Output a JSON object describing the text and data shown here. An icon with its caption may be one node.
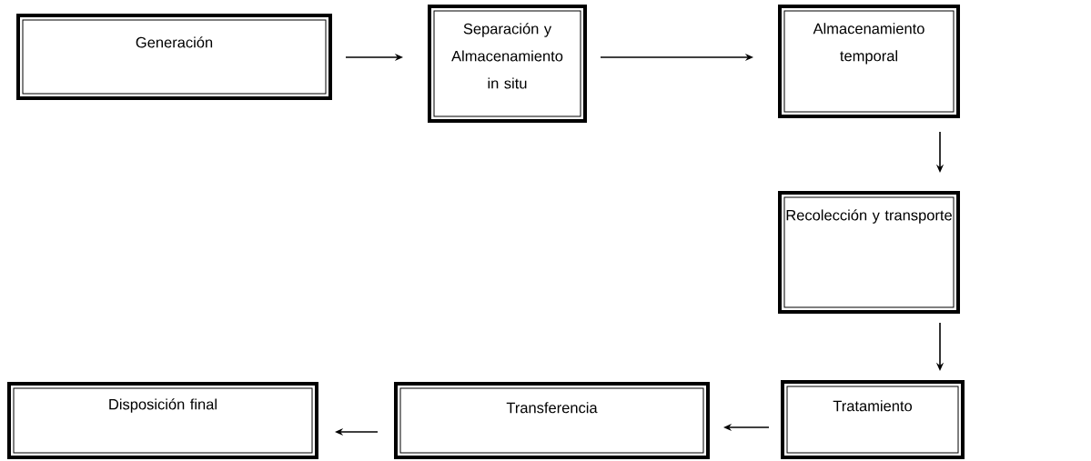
{
  "diagram": {
    "nodes": [
      {
        "text": [
          "Generación"
        ]
      },
      {
        "text": [
          "Separación y Almacenamiento in situ"
        ]
      },
      {
        "text": [
          "Almacenamiento temporal"
        ]
      },
      {
        "text": [
          "Recolección y transporte"
        ]
      },
      {
        "text": [
          "Tratamiento"
        ]
      },
      {
        "text": [
          "Transferencia"
        ]
      },
      {
        "text": [
          "Disposición final"
        ]
      }
    ],
    "edges": [
      {
        "from": 0,
        "to": 1,
        "arrow": "to"
      },
      {
        "from": 1,
        "to": 2,
        "arrow": "to"
      },
      {
        "from": 2,
        "to": 3,
        "arrow": "to"
      },
      {
        "from": 3,
        "to": 4,
        "arrow": "to"
      },
      {
        "from": 4,
        "to": 5,
        "arrow": "to"
      },
      {
        "from": 5,
        "to": 6,
        "arrow": "to"
      }
    ]
  }
}
